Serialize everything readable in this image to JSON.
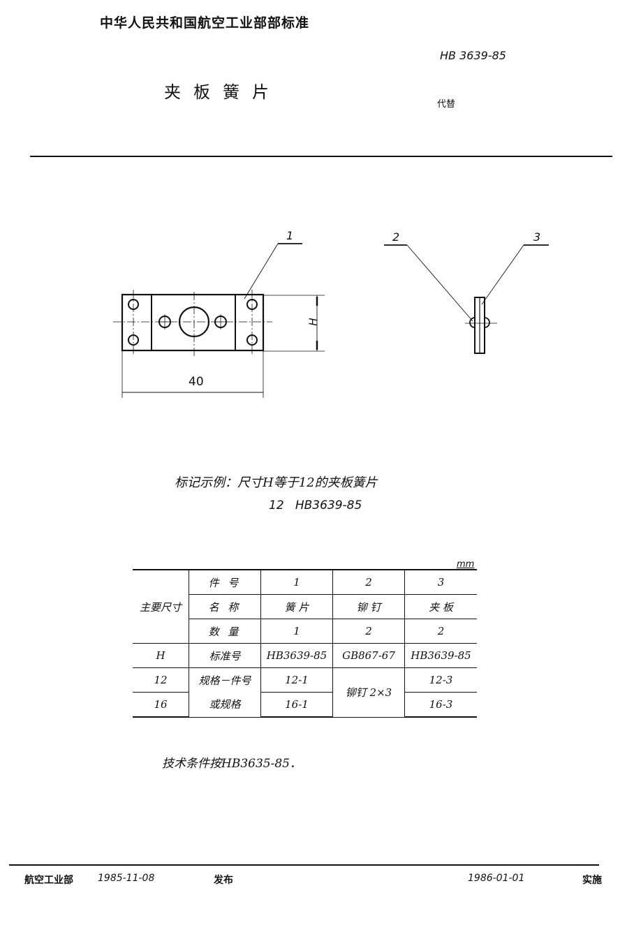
{
  "header": {
    "org_title": "中华人民共和国航空工业部部标准",
    "standard_number": "HB 3639-85",
    "document_title": "夹板簧片",
    "replaces_label": "代替"
  },
  "drawing": {
    "callouts": [
      "1",
      "2",
      "3"
    ],
    "dimension_width": "40",
    "dimension_height": "H"
  },
  "marking_example": {
    "line1": "标记示例：尺寸H等于12的夹板簧片",
    "line2": "12   HB3639-85"
  },
  "table": {
    "unit": "mm",
    "group_label": "主要尺寸",
    "rows": [
      {
        "dim": "",
        "label": "件  号",
        "c1": "1",
        "c2": "2",
        "c3": "3"
      },
      {
        "dim": "",
        "label": "名  称",
        "c1": "簧  片",
        "c2": "铆  钉",
        "c3": "夹  板"
      },
      {
        "dim": "",
        "label": "数  量",
        "c1": "1",
        "c2": "2",
        "c3": "2"
      },
      {
        "dim": "H",
        "label": "标准号",
        "c1": "HB3639-85",
        "c2": "GB867-67",
        "c3": "HB3639-85"
      },
      {
        "dim": "12",
        "label": "规格－件号",
        "c1": "12-1",
        "c2": "铆钉 2×3",
        "c3": "12-3"
      },
      {
        "dim": "16",
        "label": "或规格",
        "c1": "16-1",
        "c2": "",
        "c3": "16-3"
      }
    ]
  },
  "technical_conditions": "技术条件按HB3635-85．",
  "footer": {
    "issuer": "航空工业部",
    "issue_date": "1985-11-08",
    "issue_label": "发布",
    "effective_date": "1986-01-01",
    "effective_label": "实施"
  }
}
